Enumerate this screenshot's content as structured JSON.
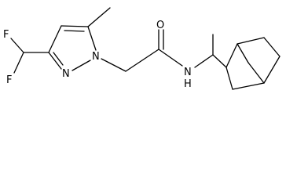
{
  "molecule": {
    "atom_labels": {
      "fluorine_1": "F",
      "fluorine_2": "F",
      "pyrazole_n1": "N",
      "pyrazole_n2": "N",
      "carbonyl_oxygen": "O",
      "amide_nh": "N\nH"
    },
    "amide_nitrogen": "N",
    "amide_hydrogen": "H",
    "bond_color": "#000000",
    "background_color": "#ffffff"
  }
}
